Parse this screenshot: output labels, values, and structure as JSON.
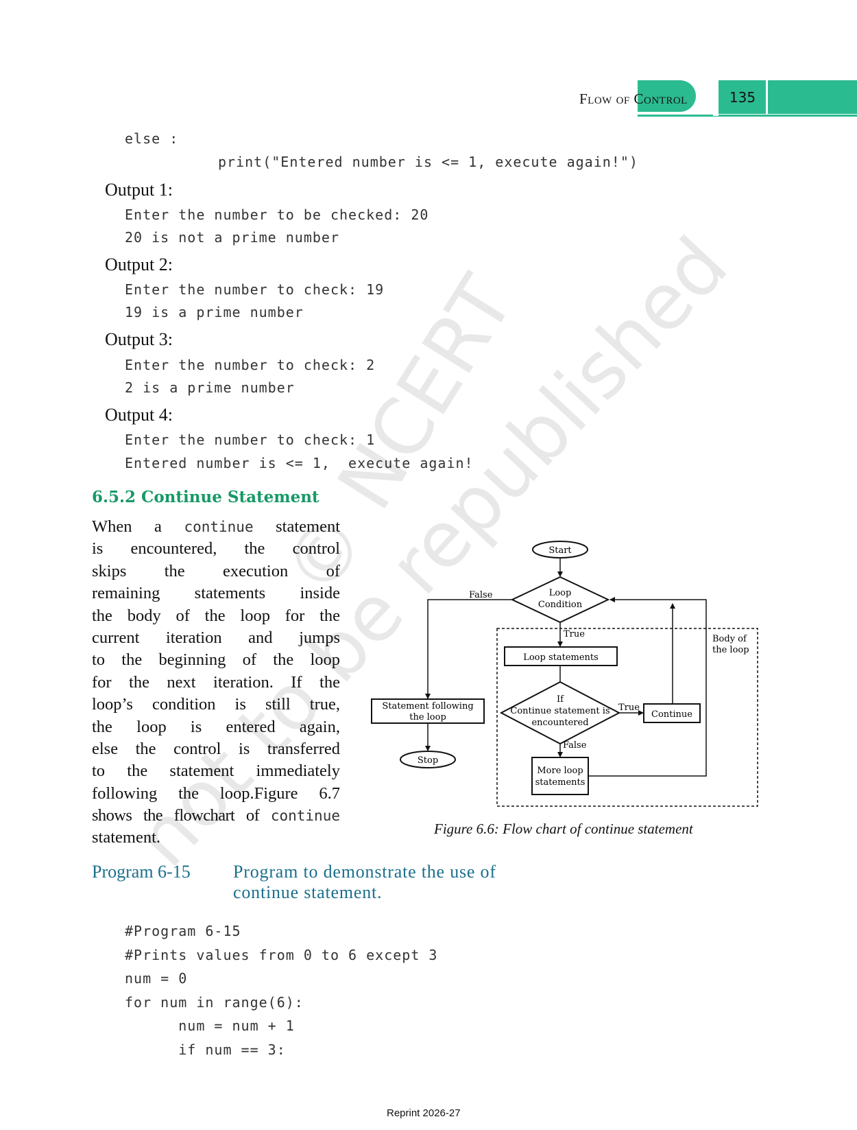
{
  "header": {
    "title": "Flow of Control",
    "page_number": "135",
    "accent_color": "#2bbb90"
  },
  "code_top": {
    "line1": "else :",
    "line2": "print(\"Entered number is <= 1, execute again!\")"
  },
  "outputs": [
    {
      "heading": "Output 1:",
      "lines": [
        "Enter the number to be checked: 20",
        "20 is not a prime number"
      ]
    },
    {
      "heading": "Output 2:",
      "lines": [
        "Enter the number to check: 19",
        "19 is a prime number"
      ]
    },
    {
      "heading": "Output 3:",
      "lines": [
        "Enter the number to check: 2",
        "2 is a prime number"
      ]
    },
    {
      "heading": "Output 4:",
      "lines": [
        "Enter the number to check: 1",
        "Entered number is <= 1,  execute again!"
      ]
    }
  ],
  "section": {
    "heading": "6.5.2 Continue Statement",
    "lines": [
      [
        "When a ",
        "continue",
        " statement"
      ],
      [
        "is encountered, the control"
      ],
      [
        "skips the execution of"
      ],
      [
        "remaining statements inside"
      ],
      [
        "the body of the loop for the"
      ],
      [
        "current iteration and jumps"
      ],
      [
        "to the beginning of the loop"
      ],
      [
        "for the next iteration. If the"
      ],
      [
        "loop’s condition is still true,"
      ],
      [
        "the loop is entered again,"
      ],
      [
        "else the control is transferred"
      ],
      [
        "to the statement immediately"
      ],
      [
        "following the loop.Figure 6.7"
      ],
      [
        "shows the flowchart of ",
        "continue"
      ],
      [
        "statement."
      ]
    ]
  },
  "flowchart": {
    "start": "Start",
    "condition_line1": "Loop",
    "condition_line2": "Condition",
    "false_label": "False",
    "true_label": "True",
    "loop_statements": "Loop statements",
    "if_line1": "If",
    "if_line2": "Continue statement is",
    "if_line3": "encountered",
    "if_true": "True",
    "if_false": "False",
    "continue_box": "Continue",
    "more_line1": "More loop",
    "more_line2": "statements",
    "following_line1": "Statement following",
    "following_line2": "the loop",
    "stop": "Stop",
    "body_line1": "Body of",
    "body_line2": "the loop"
  },
  "figure_caption": "Figure 6.6: Flow chart of continue statement",
  "program": {
    "label": "Program 6-15",
    "title_line1": "Program to demonstrate the use of",
    "title_line2": "continue statement.",
    "code": [
      "#Program 6-15",
      "#Prints values from 0 to 6 except 3",
      "num = 0",
      "for num in range(6):",
      "      num = num + 1",
      "      if num == 3:"
    ]
  },
  "watermark": {
    "line1": "© NCERT",
    "line2": "not to be republished"
  },
  "footer": "Reprint 2026-27"
}
